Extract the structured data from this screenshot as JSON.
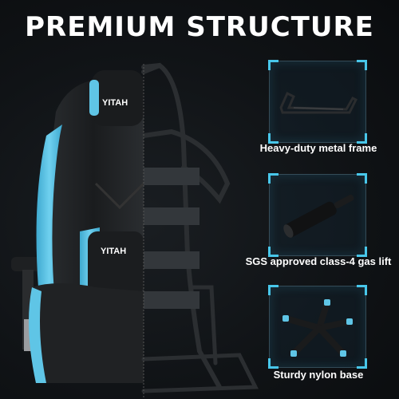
{
  "headline": "PREMIUM STRUCTURE",
  "brand_logo": "YITAH",
  "colors": {
    "accent": "#48c7ea",
    "leather": "#1c1e20",
    "chair_blue": "#5fc5e6",
    "background": "#101316"
  },
  "features": [
    {
      "icon": "metal-frame-icon",
      "caption": "Heavy-duty metal frame"
    },
    {
      "icon": "gas-lift-icon",
      "caption": "SGS approved class-4 gas lift"
    },
    {
      "icon": "nylon-base-icon",
      "caption": "Sturdy nylon base"
    }
  ]
}
